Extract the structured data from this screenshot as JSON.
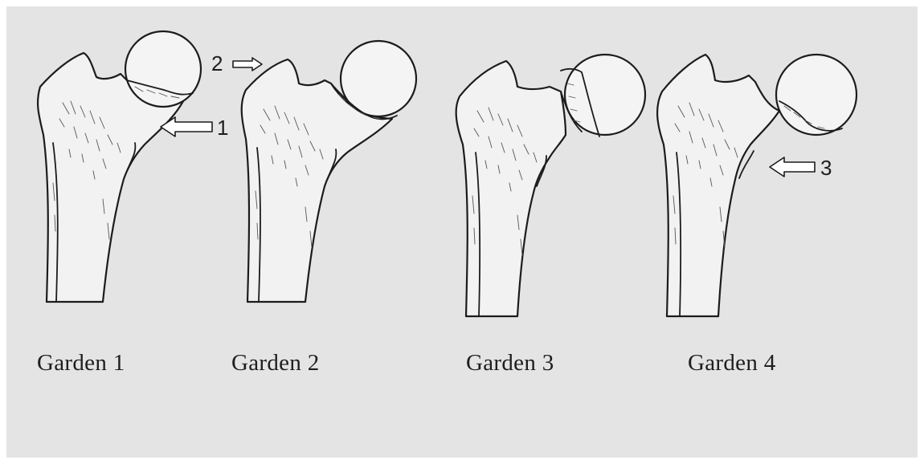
{
  "captions": {
    "garden1": "Garden 1",
    "garden2": "Garden 2",
    "garden3": "Garden 3",
    "garden4": "Garden 4"
  },
  "arrows": {
    "arrow1": "1",
    "arrow2": "2",
    "arrow3": "3"
  },
  "colors": {
    "background": "#e4e4e4",
    "ink": "#1c1c1c"
  }
}
